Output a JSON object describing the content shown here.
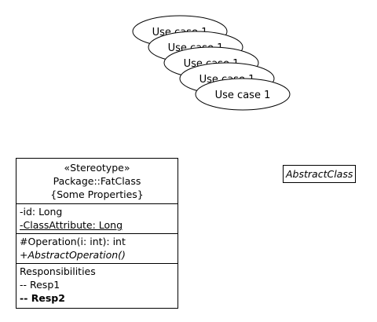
{
  "use_cases": [
    {
      "label": "Use case 1"
    },
    {
      "label": "Use case 1"
    },
    {
      "label": "Use case 1"
    },
    {
      "label": "Use case 1"
    },
    {
      "label": "Use case 1"
    }
  ],
  "class_box": {
    "stereotype": "«Stereotype»",
    "name": "Package::FatClass",
    "properties": "{Some Properties}",
    "attributes": [
      {
        "text": "-id: Long"
      },
      {
        "text": "-ClassAttribute: Long"
      }
    ],
    "operations": [
      {
        "text": "#Operation(i: int): int"
      },
      {
        "text": "+AbstractOperation()"
      }
    ],
    "responsibilities": {
      "title": "Responsibilities",
      "items": [
        {
          "text": "-- Resp1"
        },
        {
          "text": "-- Resp2"
        }
      ]
    }
  },
  "abstract_class": {
    "name": "AbstractClass"
  }
}
